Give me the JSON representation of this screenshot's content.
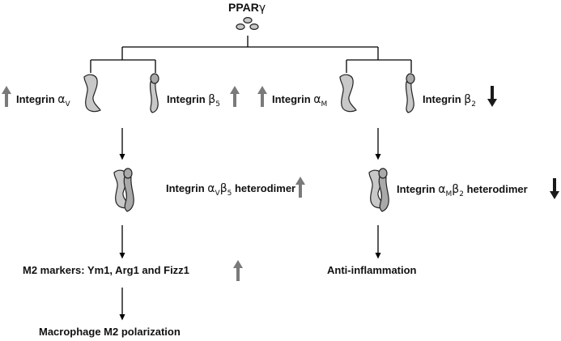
{
  "title": {
    "name": "PPAR",
    "greek": "γ"
  },
  "colors": {
    "up_arrow": "#7a7a7a",
    "down_arrow": "#1a1a1a",
    "protein_fill": "#c8c8c8",
    "protein_fill_dark": "#a9a9a9"
  },
  "left_branch": {
    "integrin_alpha": {
      "prefix": "Integrin ",
      "greek": "α",
      "sub": "V",
      "change": "up"
    },
    "integrin_beta": {
      "prefix": "Integrin ",
      "greek": "β",
      "sub": "5",
      "change": "up"
    },
    "heterodimer": {
      "prefix": "Integrin ",
      "greek1": "α",
      "sub1": "V",
      "greek2": "β",
      "sub2": "5",
      "suffix": " heterodimer",
      "change": "up"
    },
    "markers": {
      "text": "M2 markers: Ym1, Arg1 and Fizz1",
      "change": "up"
    },
    "outcome": "Macrophage M2 polarization"
  },
  "right_branch": {
    "integrin_alpha": {
      "prefix": "Integrin ",
      "greek": "α",
      "sub": "M",
      "change": "up"
    },
    "integrin_beta": {
      "prefix": "Integrin ",
      "greek": "β",
      "sub": "2",
      "change": "down"
    },
    "heterodimer": {
      "prefix": "Integrin ",
      "greek1": "α",
      "sub1": "M",
      "greek2": "β",
      "sub2": "2",
      "suffix": " heterodimer",
      "change": "down"
    },
    "outcome": "Anti-inflammation"
  }
}
